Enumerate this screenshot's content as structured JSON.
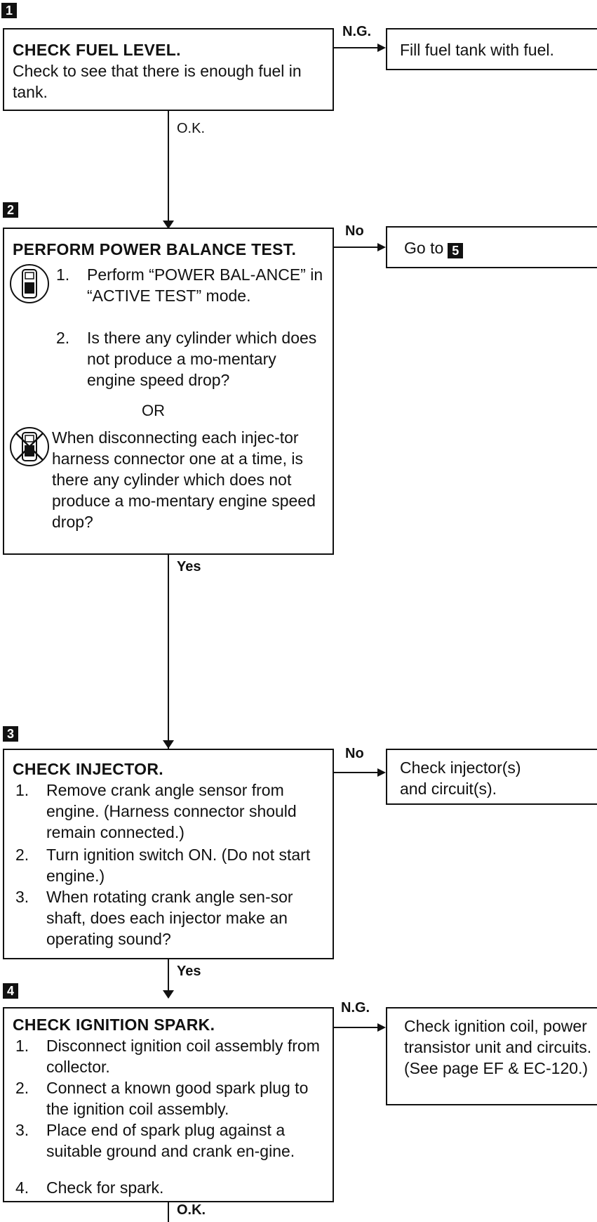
{
  "steps": [
    {
      "num": "1",
      "title": "CHECK FUEL LEVEL.",
      "body": "Check to see that there is enough fuel in tank.",
      "no_label": "N.G.",
      "no_action": "Fill fuel tank with fuel.",
      "yes_label": "O.K."
    },
    {
      "num": "2",
      "title": "PERFORM POWER BALANCE TEST.",
      "with_tool": {
        "icon": "consult-tester-icon",
        "items": [
          {
            "n": "1.",
            "text": "Perform “POWER BAL-ANCE” in “ACTIVE TEST” mode."
          },
          {
            "n": "2.",
            "text": "Is there any cylinder which does not produce a mo-mentary engine speed drop?"
          }
        ]
      },
      "or_label": "OR",
      "without_tool": {
        "icon": "no-tester-icon",
        "text": "When disconnecting each injec-tor harness connector one at a time, is there any cylinder which does not produce a mo-mentary engine speed drop?"
      },
      "no_label": "No",
      "no_action_prefix": "Go to",
      "no_action_ref": "5",
      "yes_label": "Yes"
    },
    {
      "num": "3",
      "title": "CHECK INJECTOR.",
      "items": [
        {
          "n": "1.",
          "text": "Remove crank angle sensor from engine. (Harness connector should remain connected.)"
        },
        {
          "n": "2.",
          "text": "Turn ignition switch ON. (Do not start engine.)"
        },
        {
          "n": "3.",
          "text": "When rotating crank angle sen-sor shaft, does each injector make an operating sound?"
        }
      ],
      "no_label": "No",
      "no_action": "Check injector(s) and circuit(s).",
      "yes_label": "Yes"
    },
    {
      "num": "4",
      "title": "CHECK IGNITION SPARK.",
      "items": [
        {
          "n": "1.",
          "text": "Disconnect ignition coil assembly from collector."
        },
        {
          "n": "2.",
          "text": "Connect a known good spark plug to the ignition coil assembly."
        },
        {
          "n": "3.",
          "text": "Place end of spark plug against a suitable ground and crank en-gine."
        },
        {
          "n": "4.",
          "text": "Check for spark."
        }
      ],
      "no_label": "N.G.",
      "no_action": "Check ignition coil, power transistor unit and circuits. (See page EF & EC-120.)",
      "yes_label": "O.K."
    }
  ]
}
